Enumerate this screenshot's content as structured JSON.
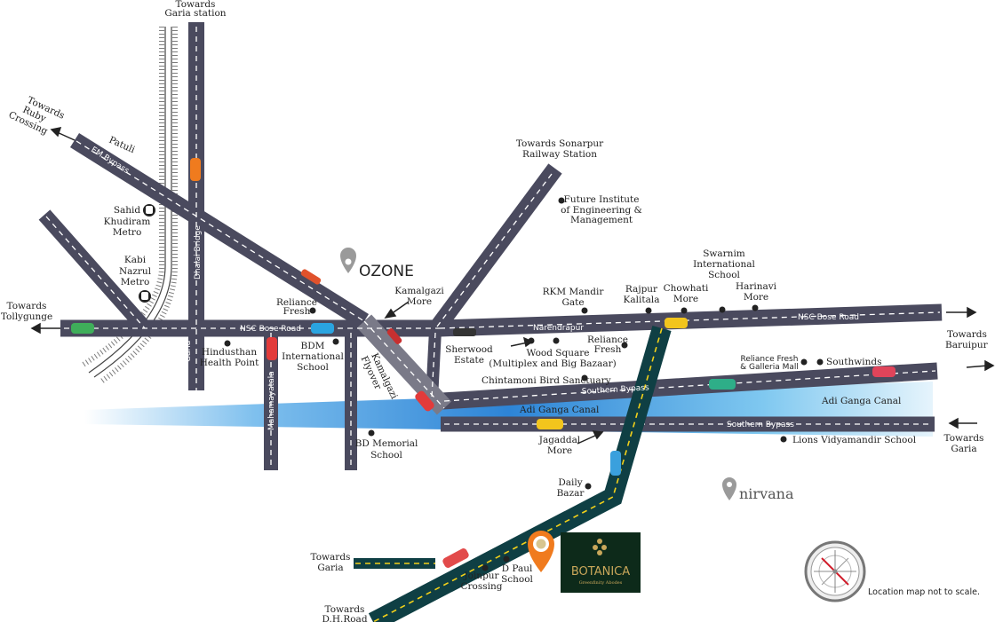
{
  "colors": {
    "road": "#4a4a5e",
    "highway": "#0f3f44",
    "canal": "#3a8fd8",
    "brand_gold": "#c9a75a",
    "pin_orange": "#f07b1e"
  },
  "roads": {
    "em_bypass": "EM Bypass",
    "nsc_bose_road": "NSC Bose Road",
    "dhalai_bridge": "Dhalai Bridge",
    "garia": "Garia",
    "mahamayatala": "Mahamayatala",
    "kamalgazi_flyover_1": "Kamalgazi",
    "kamalgazi_flyover_2": "Flyover",
    "southern_bypass": "Southern Bypass",
    "narendrapur": "Narendrapur",
    "patuli": "Patuli"
  },
  "directions": {
    "garia_station": [
      "Towards",
      "Garia station"
    ],
    "ruby": [
      "Towards",
      "Ruby",
      "Crossing"
    ],
    "tollygunge": [
      "Towards",
      "Tollygunge"
    ],
    "sonarpur": [
      "Towards Sonarpur",
      "Railway Station"
    ],
    "baruipur": [
      "Towards",
      "Baruipur"
    ],
    "garia_right": [
      "Towards",
      "Garia"
    ],
    "garia_bottom": [
      "Towards",
      "Garia"
    ],
    "dh_road": [
      "Towards",
      "D.H.Road"
    ]
  },
  "places": {
    "sahid_khudiram": [
      "Sahid",
      "Khudiram",
      "Metro"
    ],
    "kabi_nazrul": [
      "Kabi",
      "Nazrul",
      "Metro"
    ],
    "reliance_fresh_1": [
      "Reliance",
      "Fresh"
    ],
    "hindusthan": [
      "Hindusthan",
      "Health Point"
    ],
    "bdm": [
      "BDM",
      "International",
      "School"
    ],
    "kamalgazi_more": [
      "Kamalgazi",
      "More"
    ],
    "future_institute": [
      "Future Institute",
      "of Engineering &",
      "Management"
    ],
    "rkm": [
      "RKM Mandir",
      "Gate"
    ],
    "rajpur": [
      "Rajpur",
      "Kalitala"
    ],
    "chowhati": [
      "Chowhati",
      "More"
    ],
    "swarnim": [
      "Swarnim",
      "International",
      "School"
    ],
    "harinavi": [
      "Harinavi",
      "More"
    ],
    "sherwood": [
      "Sherwood",
      "Estate"
    ],
    "wood_square": [
      "Wood Square",
      "(Multiplex and Big Bazaar)"
    ],
    "reliance_fresh_2": [
      "Reliance",
      "Fresh"
    ],
    "chintamoni": "Chintamoni Bird Sanctuary",
    "reliance_galleria": [
      "Reliance Fresh",
      "& Galleria Mall"
    ],
    "southwinds": "Southwinds",
    "adi_ganga_1": "Adi Ganga Canal",
    "adi_ganga_2": "Adi Ganga Canal",
    "bd_memorial": [
      "BD Memorial",
      "School"
    ],
    "jagaddal": [
      "Jagaddal",
      "More"
    ],
    "lions": "Lions Vidyamandir School",
    "daily_bazar": [
      "Daily",
      "Bazar"
    ],
    "joinpur": [
      "Joinpur",
      "Crossing"
    ],
    "d_paul": [
      "D Paul",
      "School"
    ]
  },
  "brands": {
    "ozone": "OZONE",
    "nirvana": "nirvana",
    "botanica": "BOTANICA",
    "botanica_tagline": "Greenfinity Abodes"
  },
  "note": "Location map not to scale."
}
